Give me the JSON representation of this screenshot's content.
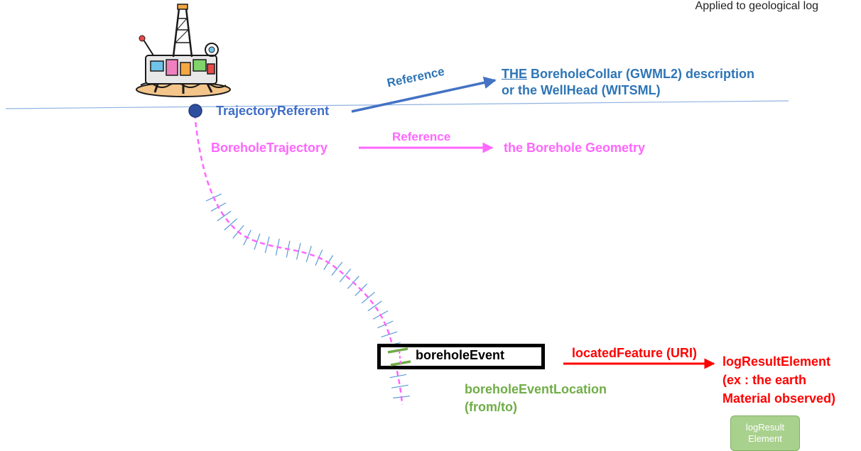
{
  "header": {
    "corner_title": "Applied to geological log"
  },
  "trajectory_referent": {
    "label": "TrajectoryReferent",
    "reference_label": "Reference",
    "target_prefix": "THE",
    "target_line1": "BoreholeCollar (GWML2) description",
    "target_line2": "or the WellHead (WITSML)"
  },
  "borehole_trajectory": {
    "label": "BoreholeTrajectory",
    "reference_label": "Reference",
    "target": "the Borehole Geometry"
  },
  "borehole_event": {
    "label": "boreholeEvent",
    "location_line1": "boreholeEventLocation",
    "location_line2": "(from/to)",
    "located_feature_label": "locatedFeature (URI)"
  },
  "log_result": {
    "line1": "logResultElement",
    "line2": "(ex : the earth",
    "line3": "Material observed)",
    "chip_line1": "logResult",
    "chip_line2": "Element"
  },
  "icons": {
    "rig": "oil-rig-icon",
    "referent_point": "circle-marker-icon"
  },
  "colors": {
    "referent": "#3f6dc5",
    "collar_text": "#2e75b6",
    "trajectory": "#ff66ff",
    "event_location": "#70ad47",
    "located_feature": "#ff0000",
    "surface_line": "#8fb3e0",
    "ticks": "#5b9bd5",
    "chip_fill": "#a9d18e"
  }
}
